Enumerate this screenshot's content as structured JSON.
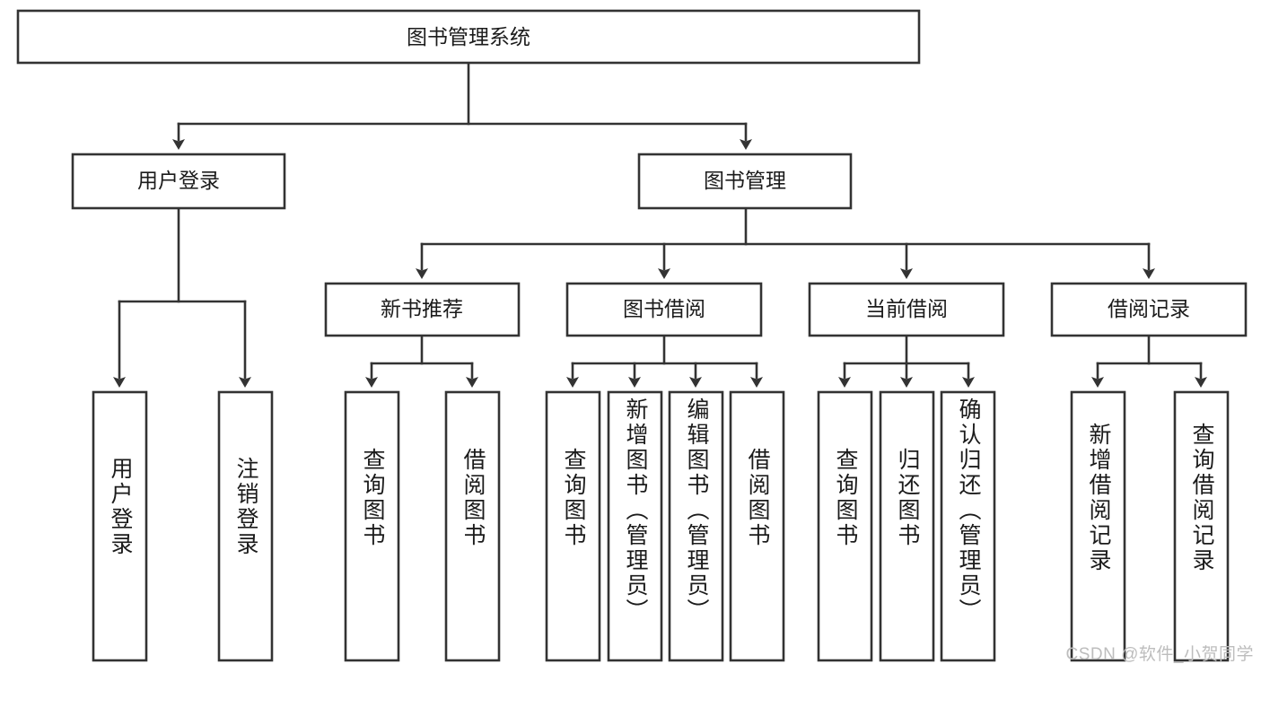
{
  "diagram": {
    "title": "图书管理系统",
    "type": "tree-hierarchy-chart",
    "watermark": "CSDN @软件_小贺同学",
    "colors": {
      "stroke": "#333333",
      "fill": "#ffffff",
      "text": "#1b1b1b",
      "watermark": "#bdbdbd"
    },
    "root": {
      "label": "图书管理系统"
    },
    "level2": [
      {
        "label": "用户登录"
      },
      {
        "label": "图书管理"
      }
    ],
    "level3": [
      {
        "label": "新书推荐"
      },
      {
        "label": "图书借阅"
      },
      {
        "label": "当前借阅"
      },
      {
        "label": "借阅记录"
      }
    ],
    "leaves": {
      "user_login": [
        {
          "label": "用户登录"
        },
        {
          "label": "注销登录"
        }
      ],
      "new_book_recommend": [
        {
          "label": "查询图书"
        },
        {
          "label": "借阅图书"
        }
      ],
      "book_borrow": [
        {
          "label": "查询图书"
        },
        {
          "label": "新增图书（管理员）"
        },
        {
          "label": "编辑图书（管理员）"
        },
        {
          "label": "借阅图书"
        }
      ],
      "current_borrow": [
        {
          "label": "查询图书"
        },
        {
          "label": "归还图书"
        },
        {
          "label": "确认归还（管理员）"
        }
      ],
      "borrow_record": [
        {
          "label": "新增借阅记录"
        },
        {
          "label": "查询借阅记录"
        }
      ]
    }
  }
}
